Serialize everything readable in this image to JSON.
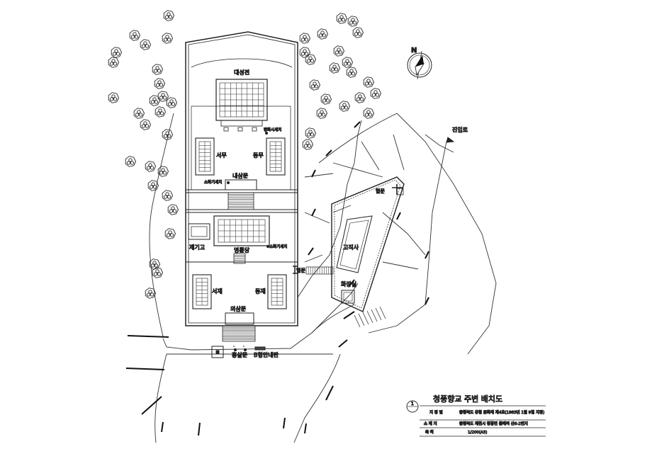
{
  "title_block": {
    "number": "1",
    "title": "청풍향교 주변 배치도",
    "row1_label": "지 정 별",
    "row1_value": "충청북도 유형 문화재 제4호(1983년 1월 9일 지정)",
    "row2_label": "소 재 지",
    "row2_value": "충청북도 제천시 청풍면 물태리 산6-2번지",
    "row3_label": "축    척",
    "row3_value": "1/200(A3)"
  },
  "north": {
    "letter": "N"
  },
  "labels": {
    "daeseongjeon": "대성전",
    "seomu": "서무",
    "dongmu": "동무",
    "naesammun": "내삼문",
    "fire_ext_1": "소화기세치",
    "fire_ext_2": "방화시세치",
    "fire_ext_3": "소화기세치",
    "jegigo": "제기고",
    "myeongnyundang": "명륜당",
    "seojae": "서재",
    "dongjae": "동재",
    "oesammun": "외삼문",
    "hyeopmun_left": "협문",
    "hyeopmun_right": "협문",
    "gojiksa": "고직사",
    "toilet": "화장실",
    "entrance": "진입로",
    "hongsalmun": "홍살문",
    "notice_board": "B형안내판"
  }
}
